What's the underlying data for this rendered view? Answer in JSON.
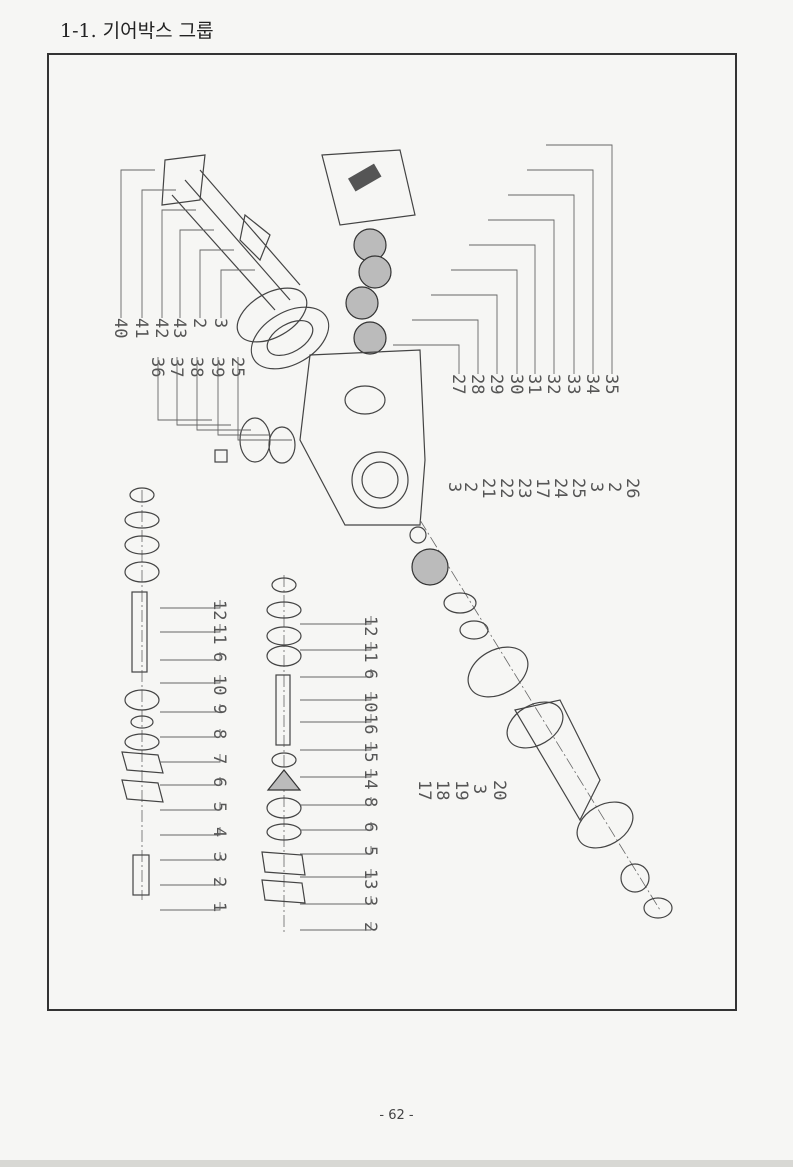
{
  "header": {
    "title": "1-1. 기어박스 그룹"
  },
  "footer": {
    "page_number": "- 62 -"
  },
  "diagram": {
    "top_left_callouts": [
      "40",
      "41",
      "42",
      "43",
      "2",
      "3"
    ],
    "housing_callouts": [
      "36",
      "37",
      "38",
      "39",
      "25"
    ],
    "gear_stack_callouts": [
      "27",
      "28",
      "29",
      "30",
      "31",
      "32",
      "33",
      "34",
      "35"
    ],
    "output_callouts": [
      "3",
      "2",
      "21",
      "22",
      "23",
      "17",
      "24",
      "25",
      "3",
      "2",
      "26"
    ],
    "left_shaft_callouts": [
      "12",
      "11",
      "6",
      "10",
      "9",
      "8",
      "7",
      "6",
      "5",
      "4",
      "3",
      "2",
      "1"
    ],
    "middle_shaft_callouts": [
      "12",
      "11",
      "6",
      "10",
      "16",
      "15",
      "14",
      "8",
      "6",
      "5",
      "13",
      "3",
      "2"
    ],
    "lower_right_callouts": [
      "17",
      "18",
      "19",
      "3",
      "20"
    ]
  }
}
